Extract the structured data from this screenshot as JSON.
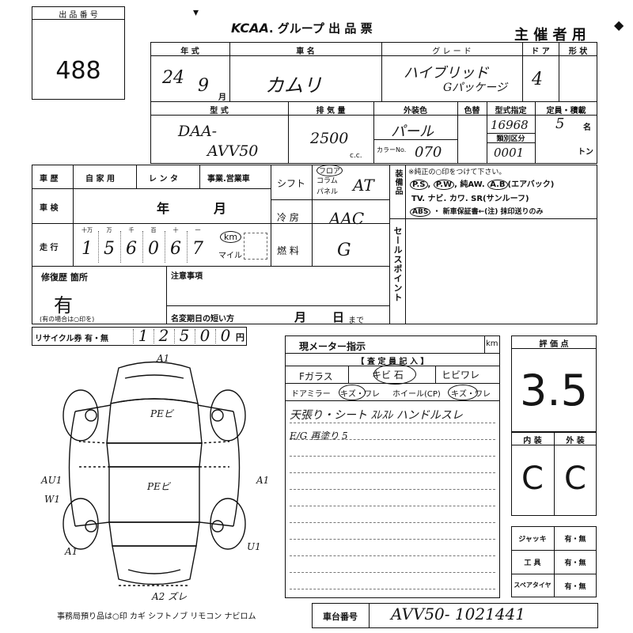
{
  "header": {
    "lot_label": "出 品 番 号",
    "lot_number": "488",
    "brand": "KCAA",
    "title_rest": ". グループ 出 品 票",
    "organizer": "主 催 者 用"
  },
  "vehicle": {
    "year_label": "年 式",
    "year_value": "24",
    "month_value": "9",
    "month_suffix": "月",
    "name_label": "車 名",
    "name_value": "カムリ",
    "grade_label": "グ レ ー ド",
    "grade_value1": "ハイブリッド",
    "grade_value2": "Gパッケージ",
    "doors_label": "ド ア",
    "doors_value": "4",
    "shape_label": "形 状",
    "model_label": "型 式",
    "model_value1": "DAA-",
    "model_value2": "AVV50",
    "disp_label": "排 気 量",
    "disp_value": "2500",
    "disp_unit": "c.c.",
    "color_label": "外装色",
    "color_value": "パール",
    "color_code_label": "カラーNo.",
    "color_code_value": "070",
    "repaint_label": "色替",
    "type_cert_label": "型式指定",
    "type_cert_value": "16968",
    "class_label": "類別区分",
    "class_value": "0001",
    "capacity_label": "定員・積載",
    "capacity_value": "5",
    "capacity_unit": "名",
    "load_unit": "トン"
  },
  "history": {
    "label": "車 歴",
    "opt1": "自 家 用",
    "opt2": "レ ン タ",
    "opt3": "事業.営業車",
    "shaken_label": "車 検",
    "shaken_year": "年",
    "shaken_month": "月",
    "mileage_label": "走 行",
    "digit_heads": [
      "十万",
      "万",
      "千",
      "百",
      "十",
      "一"
    ],
    "digits": [
      "1",
      "5",
      "6",
      "0",
      "6",
      "7"
    ],
    "km_unit": "km",
    "mile_unit": "マイル",
    "shift_label": "シフト",
    "shift_opts": [
      "フロア",
      "コラム",
      "パネル"
    ],
    "shift_value": "AT",
    "ac_label": "冷 房",
    "ac_value": "AAC",
    "fuel_label": "燃 料",
    "fuel_value": "G"
  },
  "equipment": {
    "side_label": "装備品",
    "note": "※純正の○印をつけて下さい。",
    "line1_codes": [
      "P.S",
      "P.W"
    ],
    "line1_text": "純AW.",
    "airbag_code": "A.B",
    "airbag_text": "(エアバック)",
    "line2": "TV. ナビ. カワ. SR(サンルーフ)",
    "abs_code": "ABS",
    "line3_text": "・ 新車保証書←(注) 抹印送りのみ"
  },
  "sales_point": {
    "label": "セールスポイント"
  },
  "repair": {
    "label": "修復歴 箇所",
    "value": "有",
    "note": "(有の場合は○印を)",
    "notice_label": "注意事項",
    "deadline_label": "名変期日の短い方",
    "month_label": "月",
    "day_label": "日",
    "until_label": "まで"
  },
  "recycle": {
    "label": "リサイクル券 有・無",
    "digits": [
      "1",
      "2",
      "5",
      "0",
      "0"
    ],
    "yen": "円"
  },
  "inspection": {
    "meter_label": "現メーター指示",
    "meter_unit": "km",
    "section_label": "【 査 定 員 記 入 】",
    "glass_label": "Fガラス",
    "glass_opts": "キビ 石",
    "glass_opt3": "ヒビワレ",
    "mirror_label": "ドアミラー",
    "mirror_opts": "キズ・ワレ",
    "wheel_label": "ホイール(CP)",
    "wheel_opts": "キズ・ワレ",
    "note1": "天張り・シート ｽﾚｽﾚ ハンドルスレ",
    "note2": "E/G 再塗り 5"
  },
  "diagram": {
    "mark_front": "A1",
    "mark_hood": "PEビ",
    "mark_roof": "PEビ",
    "mark_left1": "AU1",
    "mark_left2": "W1",
    "mark_right1": "A1",
    "mark_left3": "A1",
    "mark_right2": "U1",
    "mark_rear": "A2 ズレ"
  },
  "grades": {
    "score_label": "評 価 点",
    "score_value": "3.5",
    "interior_label": "内 装",
    "exterior_label": "外 装",
    "interior_value": "C",
    "exterior_value": "C"
  },
  "tools": {
    "jack_label": "ジャッキ",
    "jack_opts": "有・無",
    "tool_label": "工 具",
    "tool_opts": "有・無",
    "spare_label": "スペアタイヤ",
    "spare_opts": "有・無"
  },
  "footer": {
    "office_note": "事務局預り品は○印 カギ シフトノブ リモコン ナビロム",
    "chassis_label": "車台番号",
    "chassis_value": "AVV50- 1021441"
  }
}
